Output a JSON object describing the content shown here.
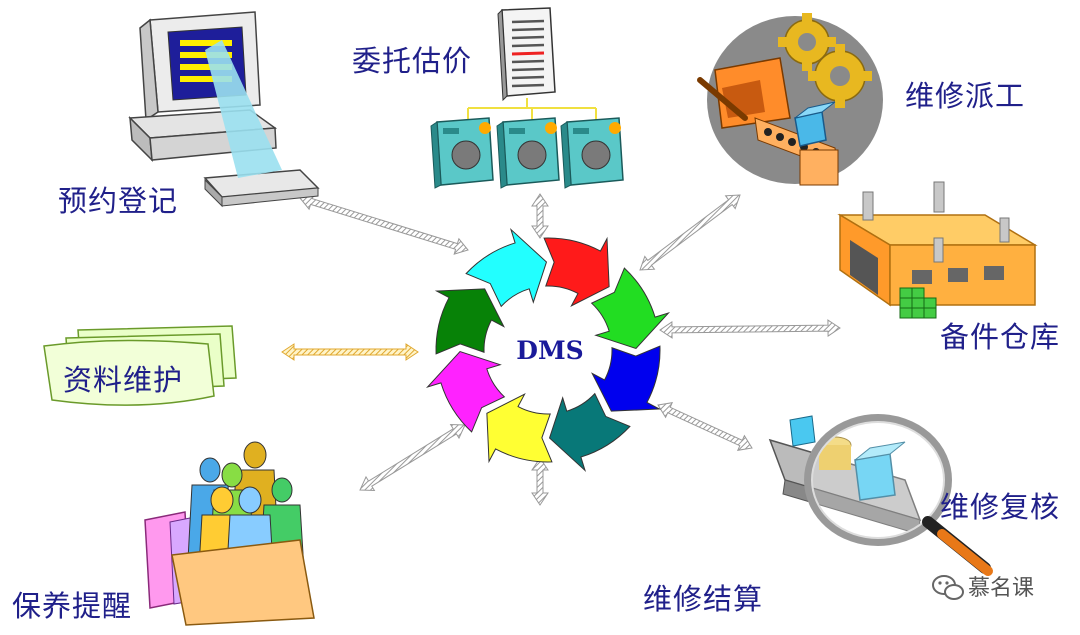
{
  "center": {
    "label": "DMS"
  },
  "modules": {
    "reservation": "预约登记",
    "estimate": "委托估价",
    "dispatch": "维修派工",
    "parts": "备件仓库",
    "data_maintenance": "资料维护",
    "review": "维修复核",
    "settlement": "维修结算",
    "reminder": "保养提醒"
  },
  "watermark": {
    "text": "慕名课",
    "icon": "wechat-icon"
  },
  "ring_colors": [
    "#ff1a1a",
    "#22dd22",
    "#0000ee",
    "#087878",
    "#ffff33",
    "#ff22ff",
    "#078207",
    "#22ffff"
  ],
  "arrow_color": "#b8b8b8",
  "highlight_arrow_color": "#f0c050",
  "text_color": "#20208a"
}
